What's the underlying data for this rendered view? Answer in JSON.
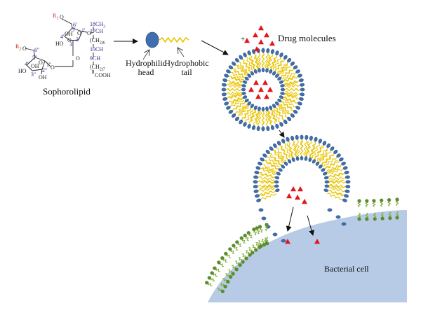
{
  "labels": {
    "sophorolipid": "Sophorolipid",
    "hydrophilic_head": "Hydrophilic\nhead",
    "hydrophobic_tail": "Hydrophobic\ntail",
    "plus": "+",
    "drug_molecules": "Drug molecules",
    "bacterial_cell": "Bacterial cell"
  },
  "structure": {
    "r1": "R",
    "r1_sub": "1",
    "r2": "R",
    "r2_sub": "2",
    "atoms": {
      "o_top": "O",
      "six_prime": "6'",
      "five_prime": "5'",
      "four_prime": "4'",
      "oh_a": "OH",
      "ho_a": "HO",
      "three_prime": "3'",
      "o_ring_a": "O",
      "two_prime": "2'",
      "one_prime": "1'",
      "o_link": "O",
      "ch3_18": "18CH",
      "ch3_sub": "3",
      "ch_17": "17CH",
      "ch2_n6": "(CH",
      "ch2_n6_sub": "2)6",
      "ch_10": "10CH",
      "ch_9": "9CH",
      "ch2_n7": "(CH",
      "ch2_n7_sub": "2)7",
      "cooh": "COOH",
      "one_c": "1",
      "o_left": "O",
      "six_dprime": "6''",
      "five_dprime": "5''",
      "four_dprime": "4''",
      "ho_b": "HO",
      "o_ring_b": "O",
      "oh_b": "OH",
      "three_dprime": "3''",
      "two_dprime": "2''",
      "oh_c": "OH",
      "one_dprime": "1''",
      "o_b_link": "O",
      "o_c": "O"
    }
  },
  "colors": {
    "head": "#3f6fae",
    "head_stroke": "#2c4f80",
    "tail": "#e9c400",
    "drug": "#e1161b",
    "cell": "#b7cbe6",
    "membrane_head": "#5c8c2f",
    "membrane_tail": "#7fae3a",
    "text": "#111111",
    "arrow": "#111111"
  },
  "icons": {
    "micelle": "micelle-icon",
    "membrane": "lipid-bilayer-icon",
    "drug": "triangle-icon"
  }
}
